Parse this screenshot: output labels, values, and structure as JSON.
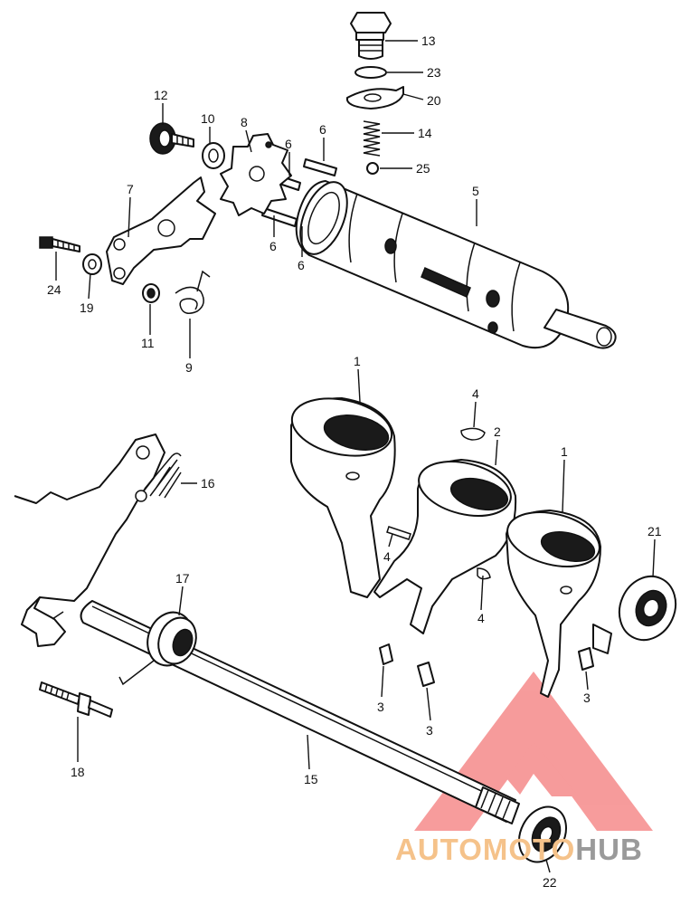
{
  "callouts": [
    {
      "id": "p13",
      "text": "13"
    },
    {
      "id": "p23",
      "text": "23"
    },
    {
      "id": "p20",
      "text": "20"
    },
    {
      "id": "p14",
      "text": "14"
    },
    {
      "id": "p25",
      "text": "25"
    },
    {
      "id": "p5",
      "text": "5"
    },
    {
      "id": "p12",
      "text": "12"
    },
    {
      "id": "p10",
      "text": "10"
    },
    {
      "id": "p8",
      "text": "8"
    },
    {
      "id": "p6a",
      "text": "6"
    },
    {
      "id": "p6b",
      "text": "6"
    },
    {
      "id": "p6c",
      "text": "6"
    },
    {
      "id": "p6d",
      "text": "6"
    },
    {
      "id": "p7",
      "text": "7"
    },
    {
      "id": "p24",
      "text": "24"
    },
    {
      "id": "p19",
      "text": "19"
    },
    {
      "id": "p11",
      "text": "11"
    },
    {
      "id": "p9",
      "text": "9"
    },
    {
      "id": "p1a",
      "text": "1"
    },
    {
      "id": "p4a",
      "text": "4"
    },
    {
      "id": "p2",
      "text": "2"
    },
    {
      "id": "p1b",
      "text": "1"
    },
    {
      "id": "p21",
      "text": "21"
    },
    {
      "id": "p4b",
      "text": "4"
    },
    {
      "id": "p4c",
      "text": "4"
    },
    {
      "id": "p16",
      "text": "16"
    },
    {
      "id": "p17",
      "text": "17"
    },
    {
      "id": "p3a",
      "text": "3"
    },
    {
      "id": "p3b",
      "text": "3"
    },
    {
      "id": "p3c",
      "text": "3"
    },
    {
      "id": "p18",
      "text": "18"
    },
    {
      "id": "p15",
      "text": "15"
    },
    {
      "id": "p22",
      "text": "22"
    }
  ],
  "watermark": {
    "text_part1": "AUTOMOTO",
    "text_part2": "HUB",
    "color_part1": "#f5c28a",
    "color_part2": "#9a9a9a",
    "logo_color": "#f04a4a"
  },
  "colors": {
    "line": "#111111",
    "background": "#ffffff"
  }
}
